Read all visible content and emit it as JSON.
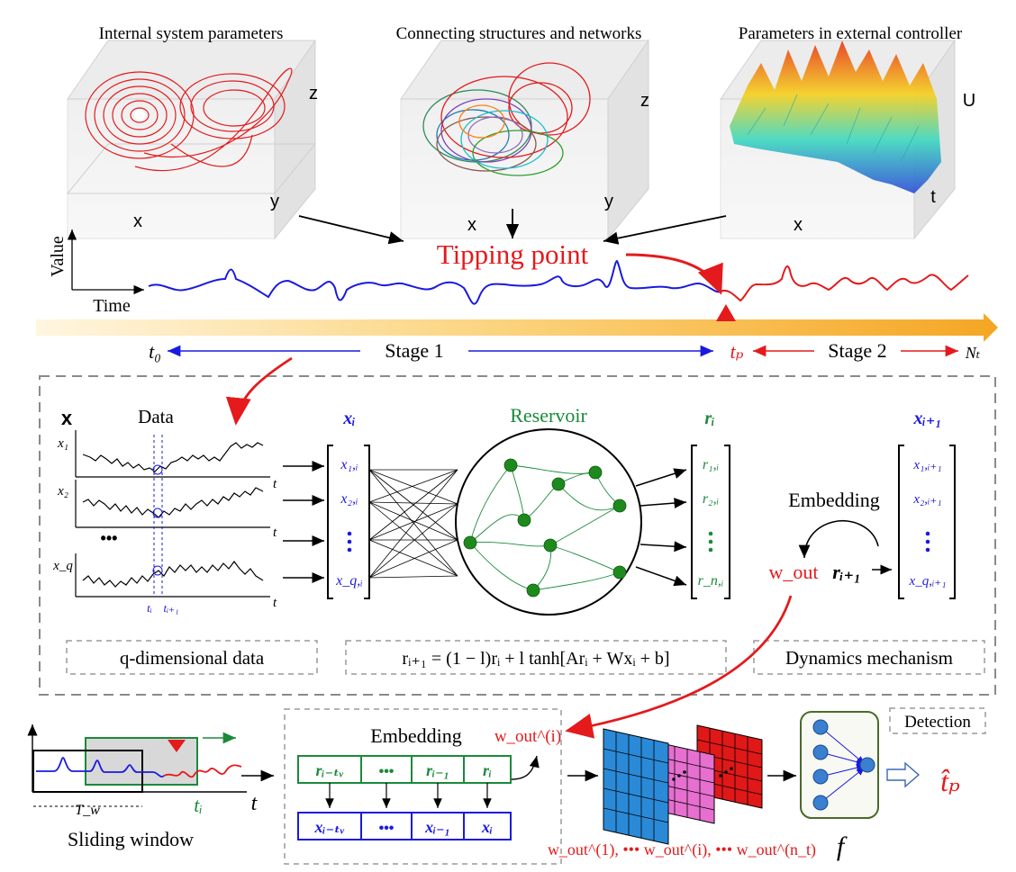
{
  "colors": {
    "red": "#e41a1c",
    "blue": "#1a1adf",
    "green": "#1a8a3a",
    "node_green": "#1e8a1e",
    "gray_dash": "#8a8a8a",
    "arrow_orange": "#f5a623",
    "grid_blue": "#2a8ad8",
    "grid_pink": "#e060c8",
    "grid_red": "#e01818",
    "detect_box": "#5a7a3a"
  },
  "top_panels": {
    "internal": {
      "title": "Internal system parameters",
      "ax_x": "x",
      "ax_y": "y",
      "ax_z": "z"
    },
    "networks": {
      "title": "Connecting structures and networks",
      "ax_x": "x",
      "ax_y": "y",
      "ax_z": "z"
    },
    "controller": {
      "title": "Parameters in external controller",
      "ax_x": "x",
      "ax_t": "t",
      "ax_u": "U"
    }
  },
  "timeline": {
    "value_label": "Value",
    "time_label": "Time",
    "tipping_point": "Tipping point",
    "t0": "t₀",
    "stage1": "Stage 1",
    "tp": "tₚ",
    "stage2": "Stage 2",
    "nt": "Nₜ"
  },
  "reservoir_panel": {
    "x_label": "x",
    "data_title": "Data",
    "series_labels": [
      "x₁",
      "x₂",
      "x_q"
    ],
    "t_axis": "t",
    "ti": "tᵢ",
    "ti1": "tᵢ₊₁",
    "ellipsis": "•••",
    "input_title": "xᵢ",
    "input_entries": [
      "x₁,ᵢ",
      "x₂,ᵢ",
      "x_q,ᵢ"
    ],
    "reservoir_title": "Reservoir",
    "state_title": "rᵢ",
    "state_entries": [
      "r₁,ᵢ",
      "r₂,ᵢ",
      "r_n,ᵢ"
    ],
    "embedding": "Embedding",
    "wout": "w_out",
    "r_next": "rᵢ₊₁",
    "next_title": "xᵢ₊₁",
    "next_entries": [
      "x₁,ᵢ₊₁",
      "x₂,ᵢ₊₁",
      "x_q,ᵢ₊₁"
    ],
    "box_qdim": "q-dimensional data",
    "box_eq": "rᵢ₊₁ = (1 − l)rᵢ + l tanh[Arᵢ + Wxᵢ + b]",
    "box_dyn": "Dynamics mechanism"
  },
  "bottom": {
    "tw": "T_w",
    "ti": "tᵢ",
    "t": "t",
    "sliding_window": "Sliding window",
    "embedding": "Embedding",
    "r_row": [
      "rᵢ₋ₜᵥ",
      "•••",
      "rᵢ₋₁",
      "rᵢ"
    ],
    "x_row": [
      "xᵢ₋ₜᵥ",
      "•••",
      "xᵢ₋₁",
      "xᵢ"
    ],
    "wout_i": "w_out^(i)",
    "wout_seq": "w_out^(1), ••• w_out^(i), ••• w_out^(n_t)",
    "detection": "Detection",
    "f": "f",
    "tp_hat": "t̂ₚ"
  }
}
